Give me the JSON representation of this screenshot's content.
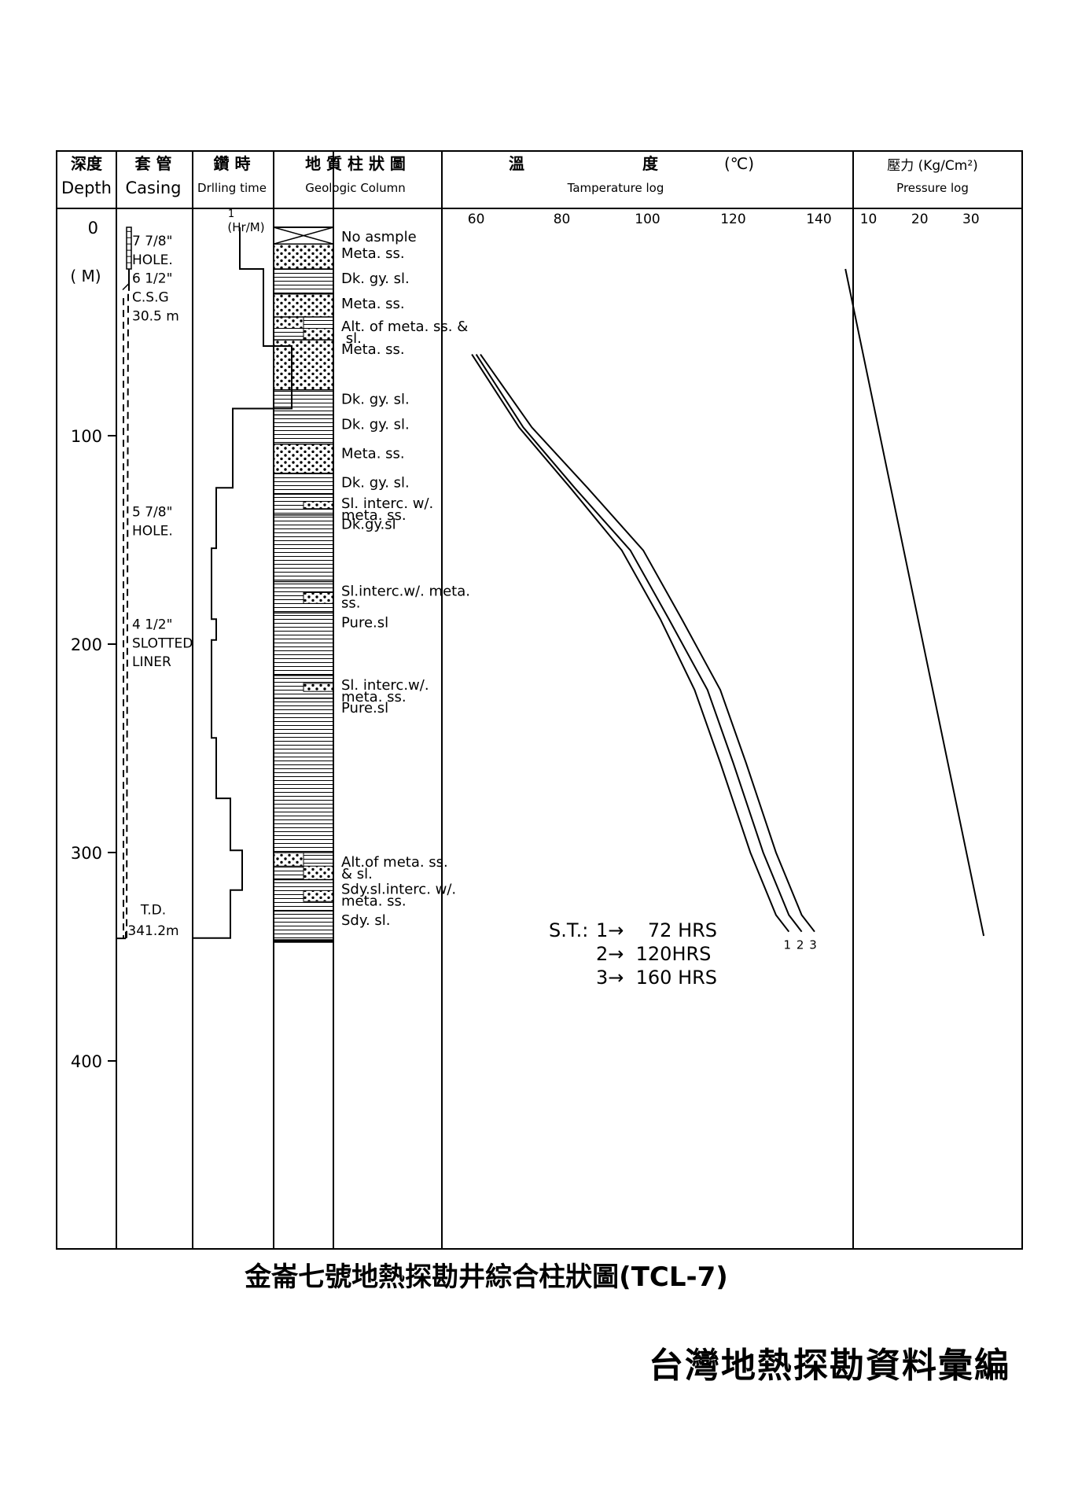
{
  "headers": {
    "depth_zh": "深度",
    "depth_en": "Depth",
    "casing_zh": "套 管",
    "casing_en": "Casing",
    "drill_zh": "鑽 時",
    "drill_en": "Drlling time",
    "geo_zh": "地 質 柱 狀 圖",
    "geo_en": "Geologic  Column",
    "temp_zh1": "溫",
    "temp_zh2": "度",
    "temp_unit": "(℃)",
    "temp_en": "Tamperature log",
    "press_zh": "壓力 (Kg/Cm²)",
    "press_en": "Pressure  log"
  },
  "depth_axis": {
    "unit": "( M)",
    "ticks": [
      0,
      100,
      200,
      300,
      400
    ],
    "range": [
      0,
      490
    ]
  },
  "casing": {
    "labels": [
      {
        "text": "7 7/8\"",
        "depth": 6
      },
      {
        "text": "HOLE.",
        "depth": 15
      },
      {
        "text": "6 1/2\"",
        "depth": 24
      },
      {
        "text": "C.S.G",
        "depth": 33
      },
      {
        "text": "30.5 m",
        "depth": 42
      },
      {
        "text": "5 7/8\"",
        "depth": 136
      },
      {
        "text": "HOLE.",
        "depth": 145
      },
      {
        "text": "4 1/2\"",
        "depth": 190
      },
      {
        "text": "SLOTTED",
        "depth": 199
      },
      {
        "text": "LINER",
        "depth": 208
      },
      {
        "text": "T.D.",
        "depth": 327
      },
      {
        "text": "341.2m",
        "depth": 337
      }
    ]
  },
  "drilling_time": {
    "unit_top": "1",
    "unit_label": "(Hr/M)",
    "profile": [
      [
        0,
        20
      ],
      [
        20,
        20
      ],
      [
        20,
        30
      ],
      [
        57,
        30
      ],
      [
        57,
        42
      ],
      [
        87,
        42
      ],
      [
        87,
        17
      ],
      [
        125,
        17
      ],
      [
        125,
        10
      ],
      [
        154,
        10
      ],
      [
        154,
        8
      ],
      [
        188,
        8
      ],
      [
        188,
        10
      ],
      [
        198,
        10
      ],
      [
        198,
        8
      ],
      [
        245,
        8
      ],
      [
        245,
        10
      ],
      [
        274,
        10
      ],
      [
        274,
        16
      ],
      [
        299,
        16
      ],
      [
        299,
        21
      ],
      [
        318,
        21
      ],
      [
        318,
        16
      ],
      [
        341,
        16
      ],
      [
        341,
        0
      ]
    ],
    "max": 50
  },
  "geology": [
    {
      "top": 0,
      "bottom": 8,
      "pattern": "x",
      "label": "No asmple"
    },
    {
      "top": 8,
      "bottom": 20,
      "pattern": "dots",
      "label": "Meta. ss."
    },
    {
      "top": 20,
      "bottom": 32,
      "pattern": "lines",
      "label": "Dk. gy. sl."
    },
    {
      "top": 32,
      "bottom": 43,
      "pattern": "dots",
      "label": "Meta. ss."
    },
    {
      "top": 43,
      "bottom": 54,
      "pattern": "alt",
      "label": "Alt. of meta. ss.  &  sl."
    },
    {
      "top": 54,
      "bottom": 78,
      "pattern": "dots",
      "label": "Meta.  ss."
    },
    {
      "top": 78,
      "bottom": 90,
      "pattern": "lines",
      "label": "Dk. gy. sl."
    },
    {
      "top": 90,
      "bottom": 104,
      "pattern": "lines",
      "label": "Dk. gy. sl."
    },
    {
      "top": 104,
      "bottom": 118,
      "pattern": "dots",
      "label": "Meta. ss."
    },
    {
      "top": 118,
      "bottom": 128,
      "pattern": "lines",
      "label": "Dk. gy. sl."
    },
    {
      "top": 128,
      "bottom": 138,
      "pattern": "interc",
      "label": "Sl. interc. w/. meta. ss."
    },
    {
      "top": 138,
      "bottom": 170,
      "pattern": "lines",
      "label": "Dk.gy.sl"
    },
    {
      "top": 170,
      "bottom": 185,
      "pattern": "interc",
      "label": "Sl.interc.w/. meta. ss."
    },
    {
      "top": 185,
      "bottom": 215,
      "pattern": "lines",
      "label": "Pure.sl"
    },
    {
      "top": 215,
      "bottom": 226,
      "pattern": "interc",
      "label": "Sl. interc.w/. meta. ss."
    },
    {
      "top": 226,
      "bottom": 300,
      "pattern": "lines",
      "label": "Pure.sl"
    },
    {
      "top": 300,
      "bottom": 313,
      "pattern": "alt",
      "label": "Alt.of meta. ss. & sl."
    },
    {
      "top": 313,
      "bottom": 328,
      "pattern": "interc",
      "label": "Sdy.sl.interc. w/. meta. ss."
    },
    {
      "top": 328,
      "bottom": 342,
      "pattern": "lines",
      "label": "Sdy. sl."
    }
  ],
  "legend": {
    "lead": "S.T.:",
    "entries": [
      "1→    72 HRS",
      "2→  120HRS",
      "3→  160 HRS"
    ],
    "curve_labels": [
      "1",
      "2",
      "3"
    ]
  },
  "chart_data": {
    "type": "line",
    "title": "",
    "xlabel": "Tamperature log",
    "ylabel": "Depth ( M)",
    "xlim": [
      52,
      148
    ],
    "ylim": [
      0,
      490
    ],
    "x_ticks": [
      60,
      80,
      100,
      120,
      140
    ],
    "series": [
      {
        "name": "1",
        "points": [
          [
            59.0,
            61
          ],
          [
            70,
            96
          ],
          [
            82,
            125
          ],
          [
            94,
            155
          ],
          [
            103,
            188
          ],
          [
            111,
            222
          ],
          [
            117,
            257
          ],
          [
            124,
            300
          ],
          [
            130,
            330
          ],
          [
            133,
            338
          ]
        ]
      },
      {
        "name": "2",
        "points": [
          [
            60.0,
            61
          ],
          [
            71,
            96
          ],
          [
            83,
            125
          ],
          [
            96,
            155
          ],
          [
            105,
            188
          ],
          [
            114,
            222
          ],
          [
            120,
            257
          ],
          [
            127,
            300
          ],
          [
            133,
            330
          ],
          [
            136,
            338
          ]
        ]
      },
      {
        "name": "3",
        "points": [
          [
            61.0,
            61
          ],
          [
            73,
            96
          ],
          [
            86,
            125
          ],
          [
            99,
            155
          ],
          [
            108,
            188
          ],
          [
            117,
            222
          ],
          [
            123,
            257
          ],
          [
            130,
            300
          ],
          [
            136,
            330
          ],
          [
            139,
            338
          ]
        ]
      }
    ],
    "pressure": {
      "xlabel": "Pressure  log",
      "xlim": [
        7,
        40
      ],
      "x_ticks": [
        10,
        20,
        30
      ],
      "points": [
        [
          5.5,
          20
        ],
        [
          32.5,
          340
        ]
      ]
    }
  },
  "caption": "金崙七號地熱探勘井綜合柱狀圖(TCL-7)",
  "source": "台灣地熱探勘資料彙編"
}
